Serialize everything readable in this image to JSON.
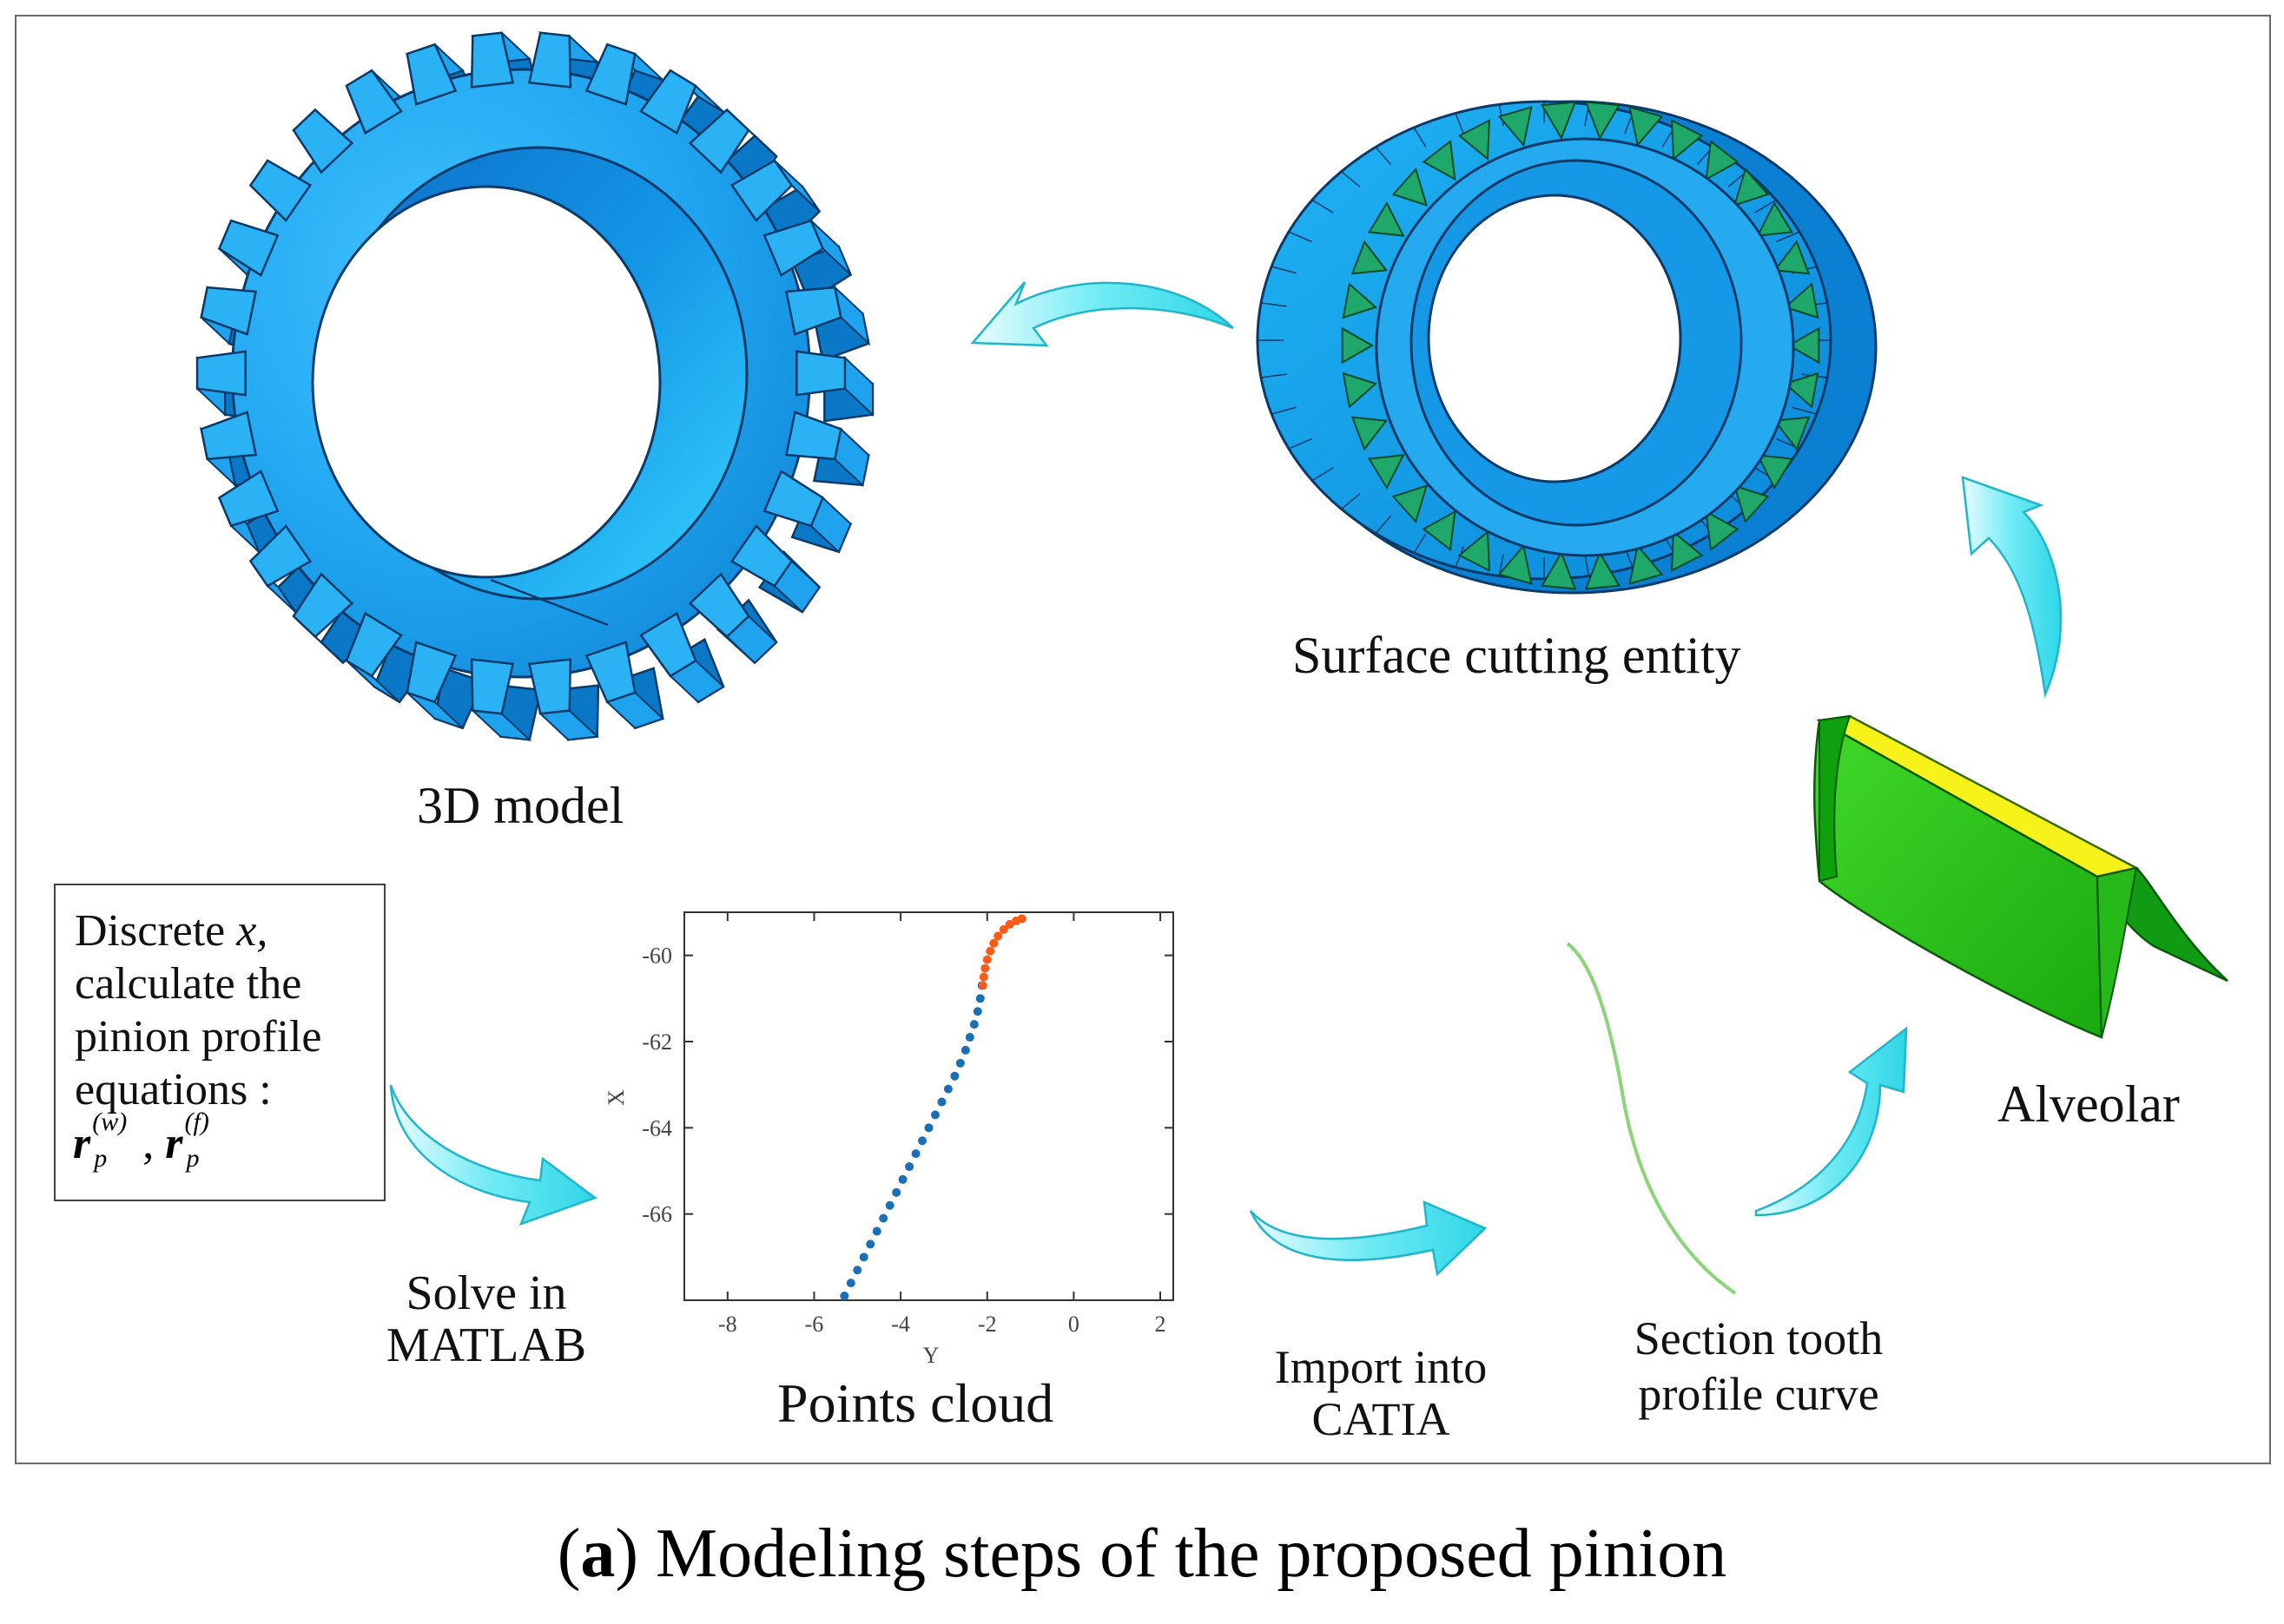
{
  "diagram": {
    "labels": {
      "model_3d": "3D model",
      "surface_cutting": "Surface cutting entity",
      "alveolar": "Alveolar",
      "solve_line1": "Solve in",
      "solve_line2": "MATLAB",
      "points_cloud": "Points cloud",
      "import_line1": "Import into",
      "import_line2": "CATIA",
      "section_line1": "Section tooth",
      "section_line2": "profile curve"
    },
    "equation_box": {
      "line1": "Discrete ",
      "line1_var": "x,",
      "line2": "calculate the",
      "line3": "pinion profile",
      "line4": "equations :",
      "symbol": "r",
      "sub": "p",
      "sup_w": "(w)",
      "sup_f": "(f)",
      "sep": ","
    },
    "caption": {
      "letter": "a",
      "open_paren": "(",
      "close_paren": ")",
      "text": " Modeling steps of the proposed pinion"
    },
    "colors": {
      "gear_blue": "#1fa3ef",
      "gear_dark": "#0d7fd0",
      "cutting_green": "#1fa86a",
      "alveolar_green": "#2ecc1e",
      "alveolar_yellow": "#f6f21a",
      "arrow_cyan": "#5ee6ef",
      "points_blue": "#1a6fb6",
      "points_orange": "#ff5a1a",
      "curve_green": "#8ad47a"
    }
  },
  "chart_data": {
    "type": "scatter",
    "xlabel": "Y",
    "ylabel": "X",
    "xlim": [
      -9,
      2.3
    ],
    "ylim": [
      -68,
      -59
    ],
    "y_reversed": true,
    "xticks": [
      -8,
      -6,
      -4,
      -2,
      0,
      2
    ],
    "yticks": [
      -60,
      -62,
      -64,
      -66
    ],
    "xtick_labels": [
      "-8",
      "-6",
      "-4",
      "-2",
      "0",
      "2"
    ],
    "ytick_labels": [
      "-60",
      "-62",
      "-64",
      "-66"
    ],
    "series": [
      {
        "color": "#1a6fb6",
        "points": [
          [
            -5.3,
            -67.9
          ],
          [
            -5.15,
            -67.6
          ],
          [
            -5.0,
            -67.3
          ],
          [
            -4.85,
            -67.0
          ],
          [
            -4.7,
            -66.7
          ],
          [
            -4.55,
            -66.4
          ],
          [
            -4.4,
            -66.1
          ],
          [
            -4.25,
            -65.8
          ],
          [
            -4.1,
            -65.5
          ],
          [
            -3.95,
            -65.2
          ],
          [
            -3.8,
            -64.9
          ],
          [
            -3.65,
            -64.6
          ],
          [
            -3.5,
            -64.3
          ],
          [
            -3.35,
            -64.0
          ],
          [
            -3.2,
            -63.7
          ],
          [
            -3.05,
            -63.4
          ],
          [
            -2.9,
            -63.1
          ],
          [
            -2.75,
            -62.8
          ],
          [
            -2.62,
            -62.5
          ],
          [
            -2.5,
            -62.2
          ],
          [
            -2.4,
            -61.9
          ],
          [
            -2.3,
            -61.6
          ],
          [
            -2.22,
            -61.3
          ],
          [
            -2.16,
            -61.0
          ],
          [
            -2.12,
            -60.7
          ]
        ]
      },
      {
        "color": "#ff5a1a",
        "points": [
          [
            -2.1,
            -60.7
          ],
          [
            -2.08,
            -60.5
          ],
          [
            -2.05,
            -60.3
          ],
          [
            -2.0,
            -60.1
          ],
          [
            -1.93,
            -59.9
          ],
          [
            -1.85,
            -59.72
          ],
          [
            -1.75,
            -59.55
          ],
          [
            -1.62,
            -59.4
          ],
          [
            -1.48,
            -59.28
          ],
          [
            -1.33,
            -59.2
          ],
          [
            -1.2,
            -59.15
          ]
        ]
      }
    ]
  }
}
